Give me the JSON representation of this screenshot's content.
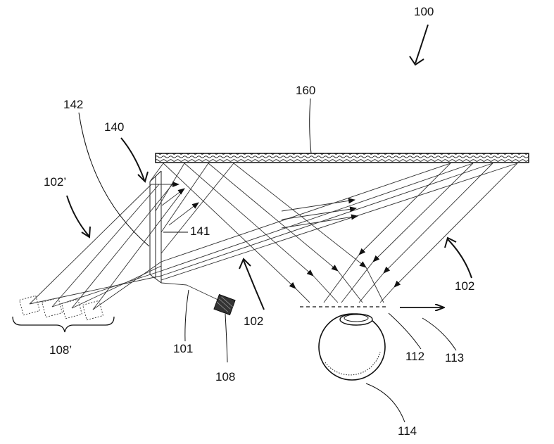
{
  "figure": {
    "labels": {
      "system": "100",
      "grating": "160",
      "combiner_stack": "140",
      "combiner_142": "142",
      "combiner_141": "141",
      "virtual_rays": "102’",
      "rays_left": "102",
      "rays_right": "102",
      "virtual_sources": "108’",
      "axis_101": "101",
      "source": "108",
      "eyebox": "112",
      "motion": "113",
      "eye": "114"
    }
  }
}
